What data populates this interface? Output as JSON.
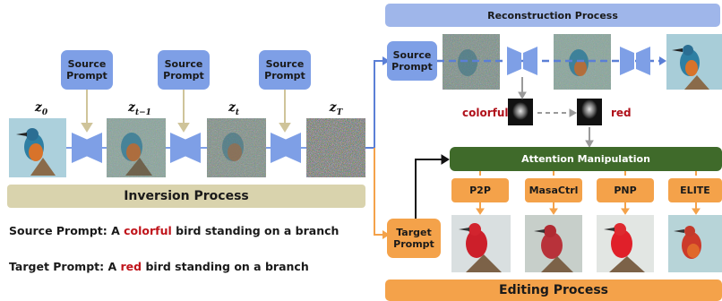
{
  "inversion": {
    "source_prompt_label": "Source\nPrompt",
    "z_labels": [
      "z",
      "z",
      "z",
      "z"
    ],
    "z_subs": [
      "0",
      "t−1",
      "t",
      "T"
    ],
    "bar_label": "Inversion Process"
  },
  "sentences": {
    "source_prefix": "Source Prompt: A ",
    "source_keyword": "colorful",
    "source_suffix": " bird standing on a branch",
    "target_prefix": "Target Prompt: A ",
    "target_keyword": "red",
    "target_suffix": " bird standing on a branch"
  },
  "reconstruction": {
    "bar_label": "Reconstruction Process",
    "source_prompt_label": "Source\nPrompt",
    "word_colorful": "colorful",
    "word_red": "red"
  },
  "editing": {
    "attention_label": "Attention Manipulation",
    "target_prompt_label": "Target\nPrompt",
    "methods": [
      "P2P",
      "MasaCtrl",
      "PNP",
      "ELITE"
    ],
    "bar_label": "Editing Process"
  },
  "colors": {
    "prompt_blue": "#7e9fe6",
    "orange": "#f4a24a",
    "green": "#3f6a2a",
    "tan": "#d9d3ad",
    "red_keyword": "#c0141b",
    "arrow_blue": "#5b7fd6",
    "arrow_orange": "#f4a24a",
    "arrow_gray": "#9a9a9a"
  }
}
